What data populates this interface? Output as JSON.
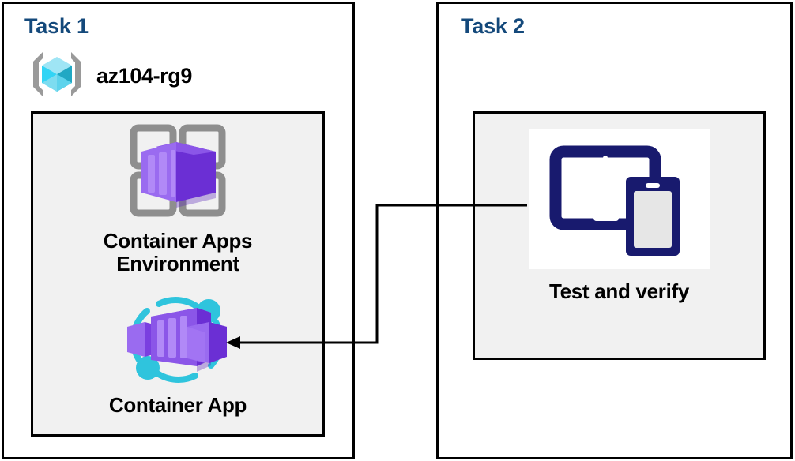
{
  "diagram": {
    "title_color": "#14497B",
    "panel_color": "#f1f1f1",
    "line_color": "#000000"
  },
  "task1": {
    "title": "Task 1",
    "resource_group": {
      "icon": "resource-group-cube-icon",
      "name": "az104-rg9"
    },
    "nodes": [
      {
        "id": "container-apps-environment",
        "icon": "container-apps-environment-icon",
        "label": "Container Apps\nEnvironment"
      },
      {
        "id": "container-app",
        "icon": "container-app-icon",
        "label": "Container App"
      }
    ]
  },
  "task2": {
    "title": "Task 2",
    "nodes": [
      {
        "id": "test-and-verify",
        "icon": "test-and-verify-devices-icon",
        "label": "Test and verify"
      }
    ]
  },
  "connector": {
    "from": "test-and-verify",
    "to": "container-app",
    "arrow_direction": "left",
    "style": "elbow"
  }
}
